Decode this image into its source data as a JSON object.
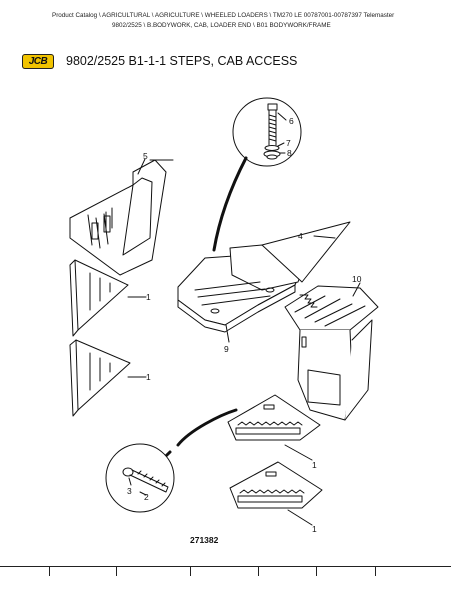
{
  "breadcrumb": {
    "line1": "Product Catalog  \\  AGRICULTURAL  \\  AGRICULTURE  \\  WHEELED LOADERS  \\  TM270 LE 00787001-00787397 Telemaster",
    "line2": "9802/2525  \\  B.BODYWORK, CAB, LOADER END  \\  B01 BODYWORK/FRAME"
  },
  "logo": {
    "text": "JCB",
    "color": "#f2c400"
  },
  "page_title": "9802/2525 B1-1-1 STEPS, CAB ACCESS",
  "callouts": {
    "c6": "6",
    "c7": "7",
    "c8": "8",
    "c5": "5",
    "c4": "4",
    "c1a": "1",
    "c1b": "1",
    "c10": "10",
    "c9": "9",
    "c1c": "1",
    "c1d": "1",
    "c3": "3",
    "c2": "2"
  },
  "drawing_number": "271382"
}
